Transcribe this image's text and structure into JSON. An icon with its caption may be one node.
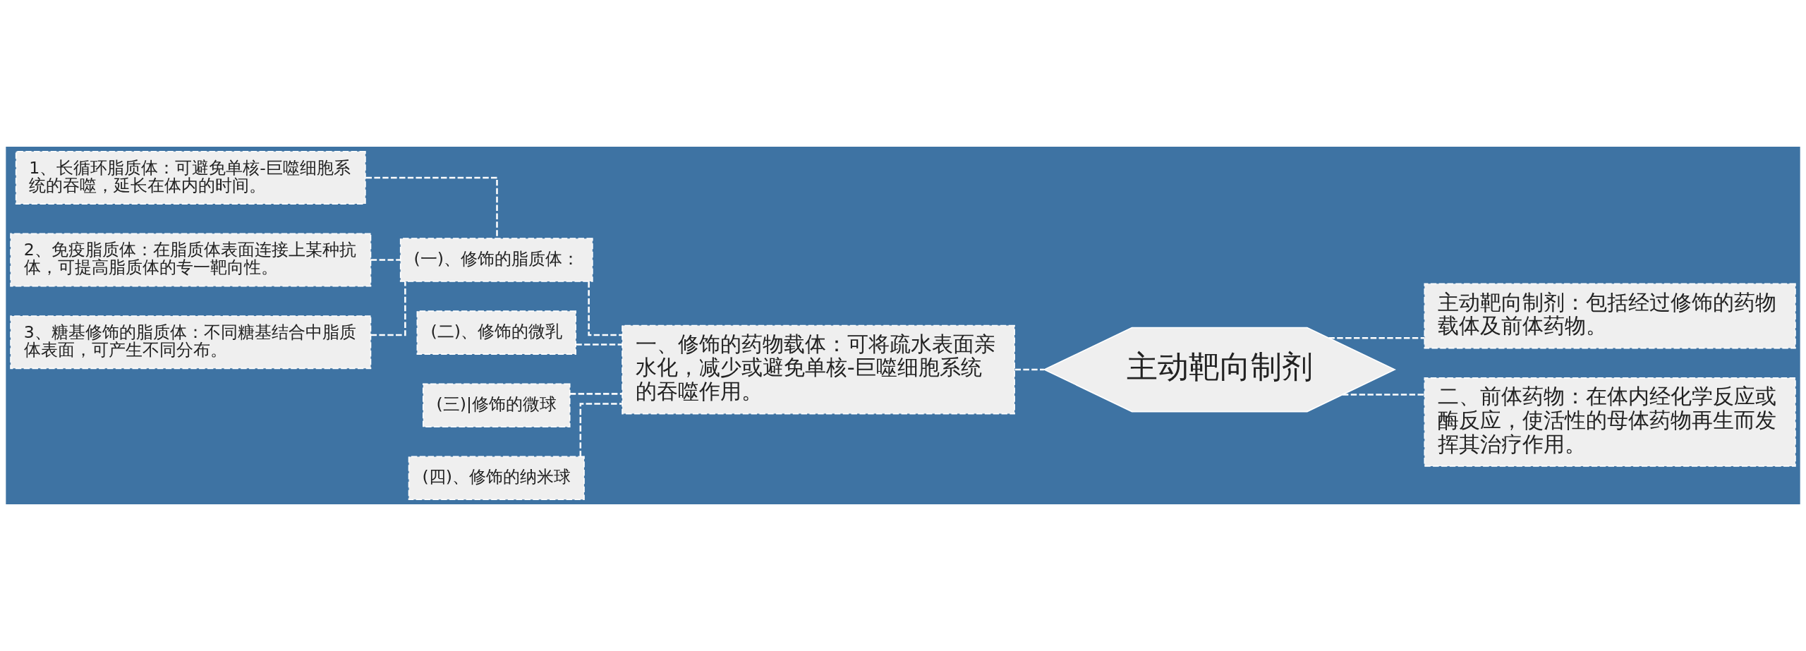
{
  "diagram": {
    "nodes": [
      {
        "text": [
          "主动靶向制剂"
        ]
      },
      {
        "text": [
          "主动靶向制剂：包括经过修饰的药物载体及前体药物。"
        ]
      },
      {
        "text": [
          "二、前体药物：在体内经化学反应或酶反应，使活性的母体药物再生而发挥其治疗作用。"
        ]
      },
      {
        "text": [
          "一、修饰的药物载体：可将疏水表面亲水化，减少或避免单核-巨噬细胞系统的吞噬作用。"
        ]
      },
      {
        "text": [
          "(一)、修饰的脂质体："
        ]
      },
      {
        "text": [
          "1、长循环脂质体：可避免单核-巨噬细胞系统的吞噬，延长在体内的时间。"
        ]
      },
      {
        "text": [
          "2、免疫脂质体：在脂质体表面连接上某种抗体，可提高脂质体的专一靶向性。"
        ]
      },
      {
        "text": [
          "3、糖基修饰的脂质体：不同糖基结合中脂质体表面，可产生不同分布。"
        ]
      },
      {
        "text": [
          "(二)、修饰的微乳"
        ]
      },
      {
        "text": [
          "(三)|修饰的微球"
        ]
      },
      {
        "text": [
          "(四)、修饰的纳米球"
        ]
      }
    ],
    "edges": [
      {
        "from": 0,
        "to": 1,
        "arrow": "none",
        "style": "dashed"
      },
      {
        "from": 0,
        "to": 2,
        "arrow": "none",
        "style": "dashed"
      },
      {
        "from": 0,
        "to": 3,
        "arrow": "none",
        "style": "dashed"
      },
      {
        "from": 3,
        "to": 4,
        "arrow": "none",
        "style": "dashed"
      },
      {
        "from": 4,
        "to": 5,
        "arrow": "none",
        "style": "dashed"
      },
      {
        "from": 4,
        "to": 6,
        "arrow": "none",
        "style": "dashed"
      },
      {
        "from": 4,
        "to": 7,
        "arrow": "none",
        "style": "dashed"
      },
      {
        "from": 3,
        "to": 8,
        "arrow": "none",
        "style": "dashed"
      },
      {
        "from": 3,
        "to": 9,
        "arrow": "none",
        "style": "dashed"
      },
      {
        "from": 3,
        "to": 10,
        "arrow": "none",
        "style": "dashed"
      }
    ]
  }
}
